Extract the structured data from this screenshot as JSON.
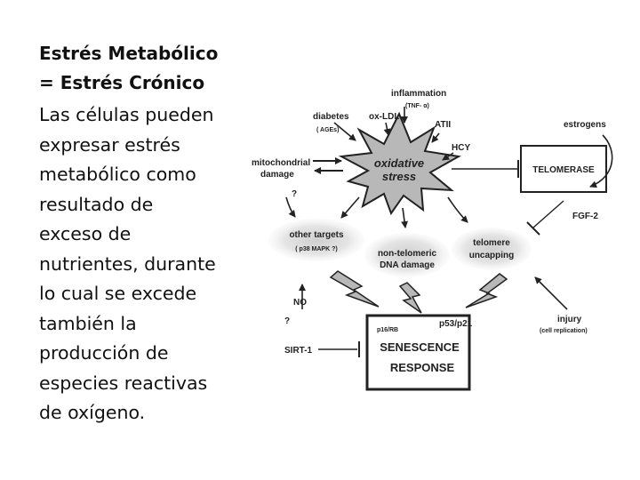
{
  "slide": {
    "title_lines": [
      "Estrés Metabólico",
      "= Estrés Crónico"
    ],
    "body_lines": [
      "Las células pueden",
      "expresar estrés",
      "metabólico como",
      "resultado de",
      "exceso de",
      "nutrientes, durante",
      "lo cual se excede",
      "también la",
      "producción de",
      "especies reactivas",
      "de oxígeno."
    ]
  },
  "diagram": {
    "inflammation": "inflammation",
    "tnf": "(TNF- α)",
    "diabetes": "diabetes",
    "ages": "( AGEs)",
    "oxldl": "ox-LDL",
    "atii": "ATII",
    "estrogens": "estrogens",
    "hcy": "HCY",
    "mito_1": "mitochondrial",
    "mito_2": "damage",
    "oxidative": "oxidative",
    "stress": "stress",
    "telomerase": "TELOMERASE",
    "q1": "?",
    "fgf2": "FGF-2",
    "other_targets": "other targets",
    "p38": "( p38 MAPK ?)",
    "nontel_1": "non-telomeric",
    "nontel_2": "DNA damage",
    "tel_1": "telomere",
    "tel_2": "uncapping",
    "no": "NO",
    "q2": "?",
    "sirt1": "SIRT-1",
    "p16": "p16/RB",
    "p53": "p53/p21",
    "senescence": "SENESCENCE",
    "response": "RESPONSE",
    "injury": "injury",
    "cell_repl": "(cell replication)"
  }
}
